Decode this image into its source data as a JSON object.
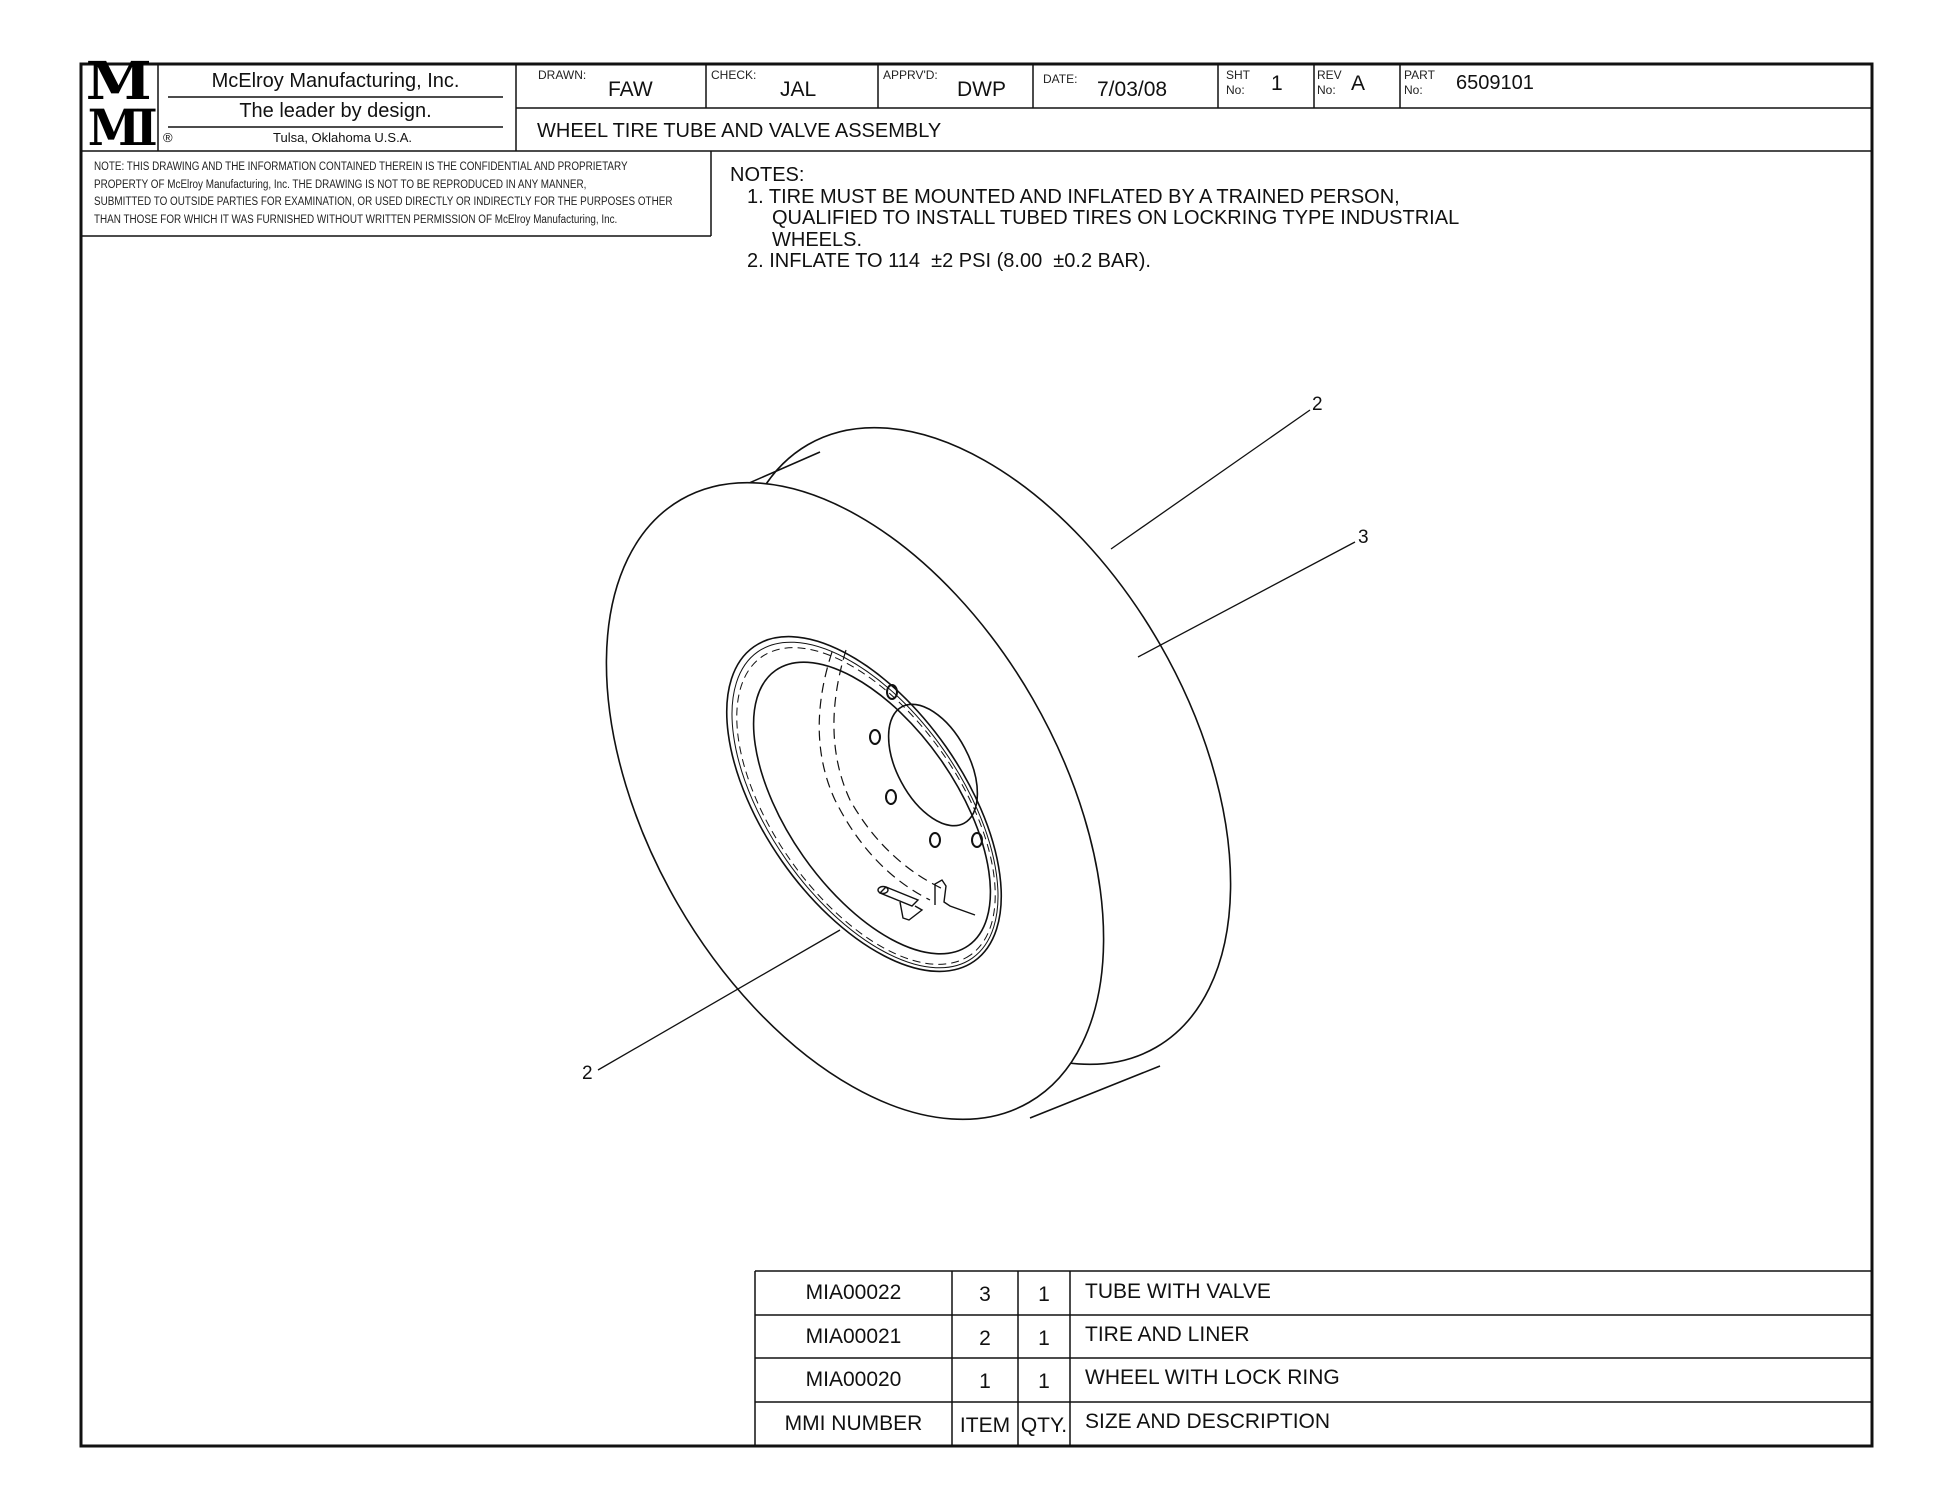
{
  "title_block": {
    "logo_text": "MMI",
    "company_name": "McElroy Manufacturing, Inc.",
    "tagline": "The leader by design.",
    "registered_mark": "®",
    "location": "Tulsa, Oklahoma U.S.A.",
    "drawn_label": "DRAWN:",
    "drawn_value": "FAW",
    "check_label": "CHECK:",
    "check_value": "JAL",
    "approved_label": "APPRV'D:",
    "approved_value": "DWP",
    "date_label": "DATE:",
    "date_value": "7/03/08",
    "sheet_label_1": "SHT",
    "sheet_label_2": "No:",
    "sheet_value": "1",
    "rev_label_1": "REV",
    "rev_label_2": "No:",
    "rev_value": "A",
    "part_label_1": "PART",
    "part_label_2": "No:",
    "part_value": "6509101",
    "drawing_title": "WHEEL TIRE TUBE AND VALVE ASSEMBLY"
  },
  "confidential_note": [
    "NOTE: THIS DRAWING AND THE INFORMATION CONTAINED THEREIN IS THE CONFIDENTIAL AND PROPRIETARY",
    "PROPERTY OF McElroy Manufacturing, Inc. THE DRAWING IS NOT TO BE REPRODUCED IN ANY MANNER,",
    "SUBMITTED TO OUTSIDE PARTIES FOR EXAMINATION, OR USED DIRECTLY OR INDIRECTLY FOR THE PURPOSES OTHER",
    "THAN THOSE FOR WHICH IT WAS FURNISHED WITHOUT WRITTEN PERMISSION OF McElroy Manufacturing, Inc."
  ],
  "notes": {
    "heading": "NOTES:",
    "lines": [
      "1. TIRE MUST BE MOUNTED AND INFLATED BY A TRAINED PERSON,",
      "QUALIFIED TO INSTALL TUBED TIRES ON LOCKRING TYPE INDUSTRIAL",
      "WHEELS.",
      "2. INFLATE TO 114  ±2 PSI (8.00  ±0.2 BAR)."
    ]
  },
  "balloons": {
    "top_tire": "2",
    "tube": "3",
    "bottom_rim": "2"
  },
  "bom": {
    "rows": [
      {
        "mmi": "MIA00022",
        "item": "3",
        "qty": "1",
        "desc": "TUBE WITH VALVE"
      },
      {
        "mmi": "MIA00021",
        "item": "2",
        "qty": "1",
        "desc": "TIRE AND LINER"
      },
      {
        "mmi": "MIA00020",
        "item": "1",
        "qty": "1",
        "desc": "WHEEL WITH LOCK RING"
      }
    ],
    "header": {
      "mmi": "MMI NUMBER",
      "item": "ITEM",
      "qty": "QTY.",
      "desc": "SIZE AND DESCRIPTION"
    }
  }
}
